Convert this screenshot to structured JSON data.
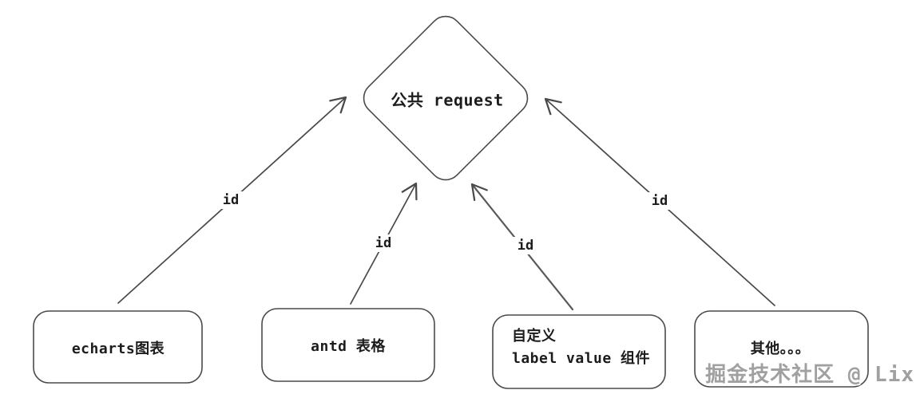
{
  "diagram": {
    "root_node": {
      "label": "公共 request",
      "shape": "diamond"
    },
    "nodes": [
      {
        "id": "echarts-chart",
        "label": "echarts图表",
        "shape": "rounded-rect"
      },
      {
        "id": "antd-table",
        "label": "antd 表格",
        "shape": "rounded-rect"
      },
      {
        "id": "custom-label-value",
        "lines": [
          "自定义",
          "label value 组件"
        ],
        "shape": "rounded-rect"
      },
      {
        "id": "others",
        "label": "其他。。。",
        "shape": "rounded-rect"
      }
    ],
    "edges": [
      {
        "from": "echarts图表",
        "to": "公共 request",
        "label": "id"
      },
      {
        "from": "antd 表格",
        "to": "公共 request",
        "label": "id"
      },
      {
        "from": "自定义 label value 组件",
        "to": "公共 request",
        "label": "id"
      },
      {
        "from": "其他。。。",
        "to": "公共 request",
        "label": "id"
      }
    ],
    "colors": {
      "stroke": "#4a4a4a",
      "text": "#1c1c1c",
      "background": "#ffffff",
      "watermark_gray": "#a0a0a0"
    }
  },
  "watermark": {
    "text": "掘金技术社区 @ Lix"
  }
}
